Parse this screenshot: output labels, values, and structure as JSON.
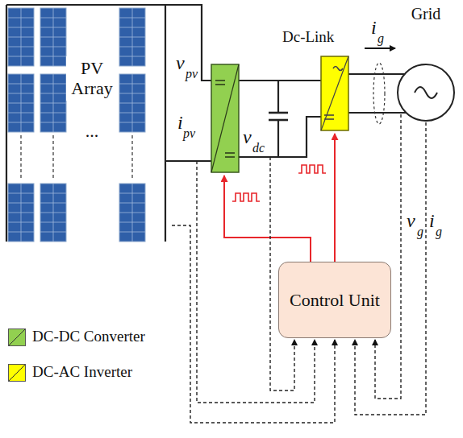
{
  "diagram": {
    "nodes": [
      {
        "text": [
          "PV Array",
          "..."
        ]
      },
      {
        "text": [
          "Control Unit"
        ]
      },
      {
        "text": [
          "Grid"
        ]
      }
    ],
    "edges": [
      {
        "from": 0,
        "to": 1,
        "arrow": "to"
      },
      {
        "from": 2,
        "to": 1,
        "arrow": "to"
      }
    ],
    "labels": [
      "v",
      "pv",
      "i",
      "pv",
      "Dc-Link",
      "v",
      "dc",
      "i",
      "g",
      "v",
      "g",
      "i",
      "g"
    ],
    "legend": [
      {
        "text": "DC-DC Converter",
        "color": "#92d050"
      },
      {
        "text": "DC-AC Inverter",
        "color": "#ffff00"
      }
    ]
  }
}
